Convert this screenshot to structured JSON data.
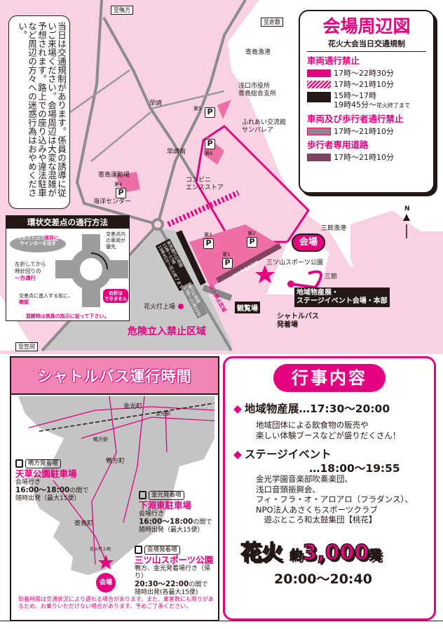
{
  "notice": "当日は交通規制があります。係員の誘導に従いご来場ください。会場周辺は大変な混雑が予想されます。路上での座り込みや違法駐車など周辺の方々への迷惑行為はおやめください。",
  "legend": {
    "title": "会場周辺図",
    "subtitle": "花火大会当日交通規制",
    "vehicle_ban": "車両通行禁止",
    "vb_rows": [
      "17時～22時30分",
      "17時～21時10分",
      "15時～17時",
      "19時45分～",
      "花火終了まで"
    ],
    "vehicle_ped_ban": "車両及び歩行者通行禁止",
    "vpb_row": "17時～21時10分",
    "ped_only": "歩行者専用道路",
    "po_row": "17時～21時10分",
    "colors": {
      "pink": "#e4007f",
      "hatch": "#f08fc0",
      "black": "#231815",
      "gray": "#898989",
      "purple": "#7d4560"
    }
  },
  "map": {
    "dest_kamogata": "至鴨方",
    "dest_kurashiki": "至倉敷",
    "dest_kasaoka": "至笠岡",
    "yorishima_port": "寄島漁港",
    "city_office": [
      "浅口市役所",
      "寄島総合支所"
    ],
    "hayasaki": "早崎",
    "hayasaki_minami": "早崎南",
    "fureai": [
      "ふれあい交流館",
      "サンパレア"
    ],
    "conveni": [
      "コンビニ",
      "エンスストア"
    ],
    "ground": "寄島運動場",
    "marine_center": "海洋センター",
    "parking": [
      "第1",
      "第2",
      "第3",
      "第4",
      "第5",
      "第6"
    ],
    "p": "P",
    "venue_bubble": "会場",
    "park": "三ツ山スポーツ公園",
    "saburo_port": "三郎漁港",
    "saburo": "三郎",
    "hq": [
      "地域物産展・",
      "ステージイベント会場・本部"
    ],
    "viewing": "観覧場",
    "shuttle_stop": [
      "シャトルバス",
      "発着場"
    ],
    "launch": "花火打上場",
    "danger": "危険立入禁止区域",
    "closure1": [
      "車両通行止時間",
      "15時～17時",
      "19時45分～花火終了まで"
    ],
    "closure2": [
      "通行止時間",
      "17時～21時10分"
    ],
    "no_entry": "立入禁止区域",
    "ped_road": "歩行者専用道路",
    "north": "N"
  },
  "roundabout": {
    "title": "環状交差点の通行方法",
    "bubble": [
      "交差点を出る",
      "直前に",
      "ウインカーを出す"
    ],
    "priority": [
      "交差点内",
      "の車両が",
      "優先"
    ],
    "left": [
      "左折してから",
      "時計回りの",
      "一方通行"
    ],
    "confirm": [
      "交差点に進入する前に、",
      "確認"
    ],
    "no_right": [
      "右折は",
      "できません"
    ],
    "note": "混雑時は係員の指示に従って下さい。"
  },
  "shuttle": {
    "title": "シャトルバス運行時間",
    "towns": [
      "金光町",
      "鴨方町",
      "寄島町"
    ],
    "stations_map": [
      "金光駅",
      "鴨方駅"
    ],
    "venue": "会場",
    "venue_small": "花火打上地",
    "stops": [
      {
        "tag": "鴨方発着場",
        "name": "天草公園駐車場",
        "dest": "会場行き",
        "time": "16:00～18:00",
        "time_suffix": "の間で",
        "freq": "随時出発（最大15便）"
      },
      {
        "tag": "金光発着場",
        "name": "下淵東駐車場",
        "dest": "会場行き",
        "time": "16:00～18:00",
        "time_suffix": "の間で",
        "freq": "随時出発（最大15便）"
      },
      {
        "tag": "会場発着場",
        "name": "三ツ山スポーツ公園",
        "dest": "鴨方、金光発着場行き（帰り）",
        "time": "20:30～22:00",
        "time_suffix": "の間で",
        "freq": "随時出発(各最大15便)"
      }
    ],
    "note": "到着時間は交通状況により遅れる場合があります。また、乗客数にも限りがあるため、お乗りいただけない場合があります。予めご了承ください。"
  },
  "events": {
    "title": "行事内容",
    "items": [
      {
        "name": "地域物産展",
        "time": "…17:30～20:00",
        "desc": [
          "地域団体による飲食物の販売や",
          "楽しい体験ブースなどが盛りだくさん！"
        ]
      },
      {
        "name": "ステージイベント",
        "time": "…18:00～19:55",
        "desc": [
          "金光学園音楽部吹奏楽団、",
          "浅口音頭振興会、",
          "フィ・フラ・オ・アロアロ（フラダンス）、",
          "NPO法人あさくちスポーツクラブ",
          "　遊ぶところ和太鼓集団【桃花】"
        ]
      }
    ],
    "fireworks": {
      "label": "花火",
      "approx": "約",
      "count": "3,000",
      "unit": "発",
      "time": "20:00～20:40"
    }
  }
}
